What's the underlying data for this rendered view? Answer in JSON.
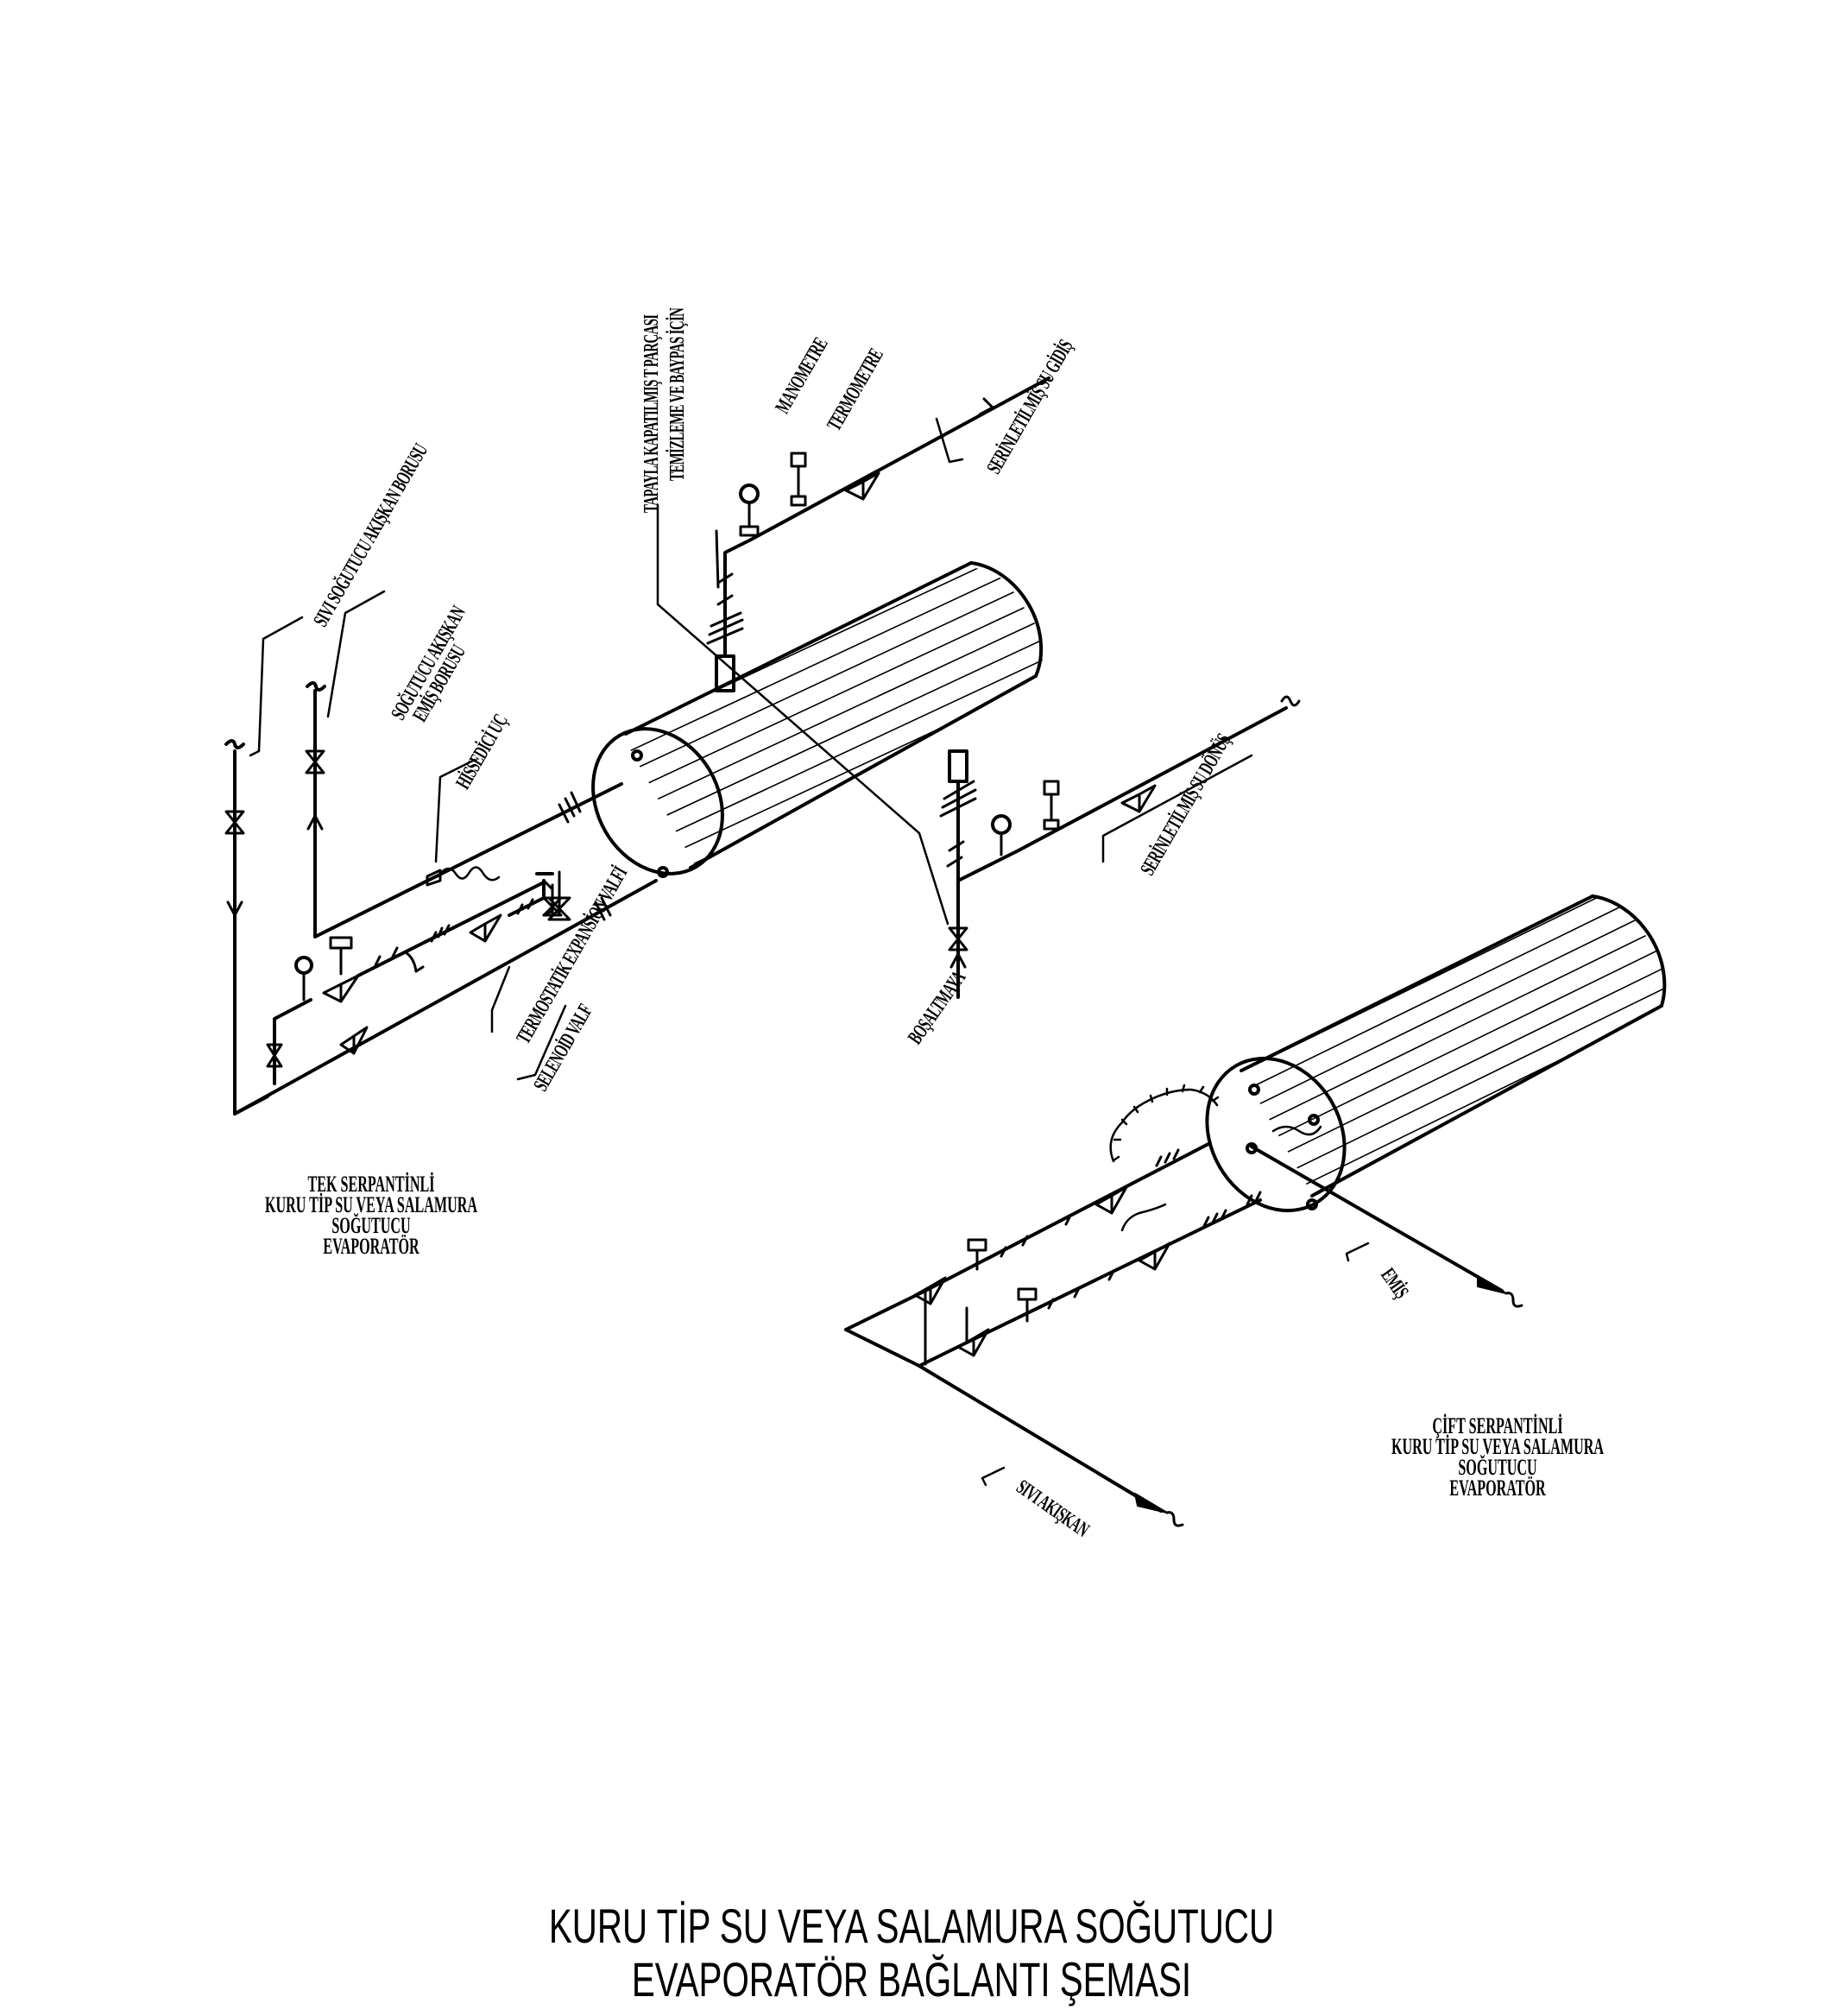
{
  "labels": {
    "sivi_sogutucu_akiskan_borusu": "SIVI SOĞUTUCU AKIŞKAN BORUSU",
    "sogutucu_akiskan": "SOĞUTUCU AKIŞKAN",
    "emis_borusu": "EMİŞ BORUSU",
    "hissedici_uc": "HİSSEDİCİ UÇ",
    "tapayla_kapatilmis": "TAPAYLA KAPATILMIŞ T PARÇASI",
    "temizleme_baypas": "TEMİZLEME VE BAYPAS İÇİN",
    "manometre": "MANOMETRE",
    "termometre": "TERMOMETRE",
    "serinletilmis_su_gidis": "SERİNLETİLMİŞ SU GİDİŞ",
    "serinletilmis_su_donus": "SERİNLETİLMİŞ SU DÖNÜŞ",
    "termostatik_expansion_valfi": "TERMOSTATİK EXPANSİON VALFİ",
    "selenoid_valf": "SELENOİD VALF",
    "bosaltmaya": "BOŞALTMAYA",
    "emis": "EMİŞ",
    "sivi_akiskan": "SIVI AKIŞKAN"
  },
  "captions": {
    "single": [
      "TEK SERPANTİNLİ",
      "KURU TİP SU VEYA SALAMURA SOĞUTUCU",
      "EVAPORATÖR"
    ],
    "double": [
      "ÇİFT SERPANTİNLİ",
      "KURU TİP SU VEYA SALAMURA SOĞUTUCU",
      "EVAPORATÖR"
    ]
  },
  "title": [
    "KURU TİP SU VEYA SALAMURA SOĞUTUCU",
    "EVAPORATÖR BAĞLANTI ŞEMASI"
  ],
  "colors": {
    "ink": "#000000",
    "paper": "#ffffff"
  }
}
